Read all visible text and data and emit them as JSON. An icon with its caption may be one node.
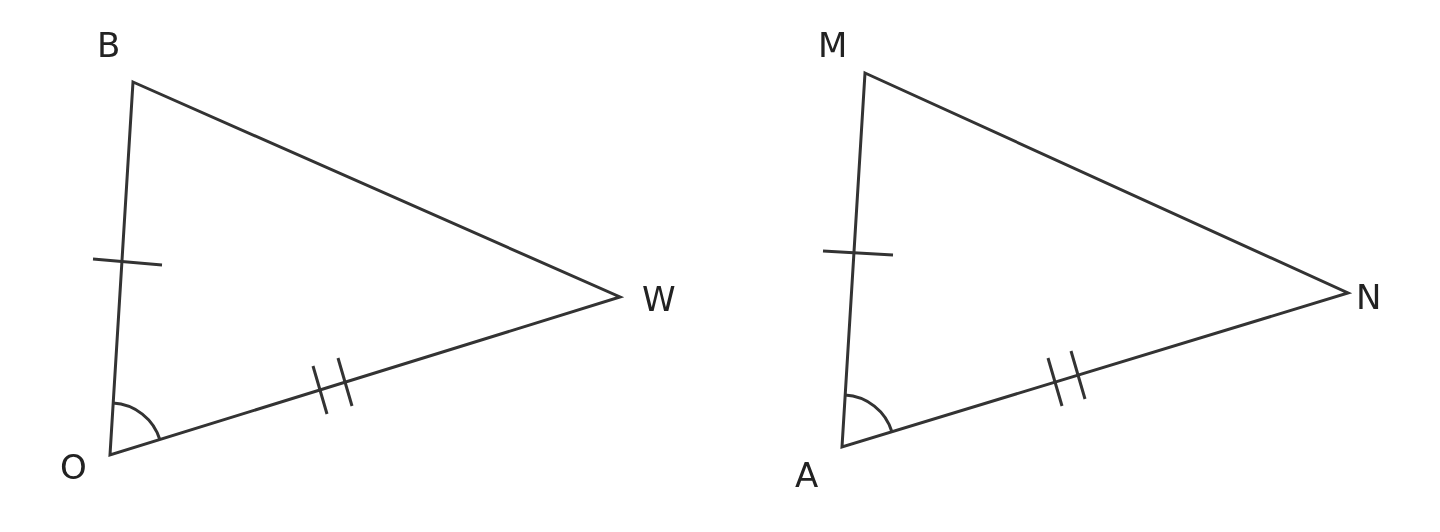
{
  "diagram": {
    "labels": [
      "B",
      "M",
      "W",
      "N",
      "O",
      "A"
    ]
  }
}
